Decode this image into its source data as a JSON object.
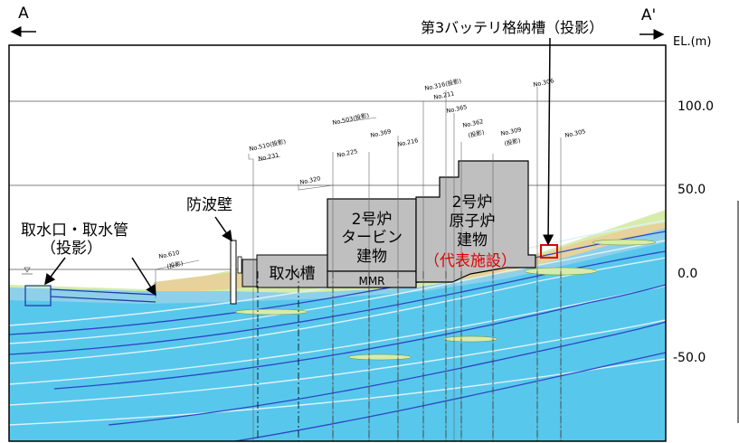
{
  "section": {
    "start": "A",
    "end": "A'"
  },
  "elevation": {
    "unit_label": "EL.(m)",
    "ticks": [
      "100.0",
      "50.0",
      "0.0",
      "-50.0"
    ]
  },
  "labels": {
    "intake": [
      "取水口・取水管",
      "（投影）"
    ],
    "breakwater": "防波壁",
    "battery": "第3バッテリ格納槽（投影）",
    "intake_pit": "取水槽",
    "mmr": "MMR",
    "turbine": [
      "2号炉",
      "タービン",
      "建物"
    ],
    "reactor": [
      "2号炉",
      "原子炉",
      "建物"
    ],
    "reactor_note": "（代表施設）"
  },
  "boreholes": [
    "No.610",
    "(投影)",
    "No.510(投影)",
    "No.231",
    "No.320",
    "No.503(投影)",
    "No.225",
    "No.369",
    "No.216",
    "No.316(投影)",
    "No.211",
    "No.365",
    "No.362",
    "(投影)",
    "No.309",
    "(投影)",
    "No.306",
    "No.305"
  ],
  "colors": {
    "frame": "#000000",
    "upper_layer": "#d7ecaa",
    "sand_layer": "#e6d29a",
    "sea_band": "#8ed0ea",
    "bedrock": "#58c7ec",
    "seam_dark": "#2b46c4",
    "seam_light": "#dcf2fb",
    "building": "#bfbfbf",
    "highlight": "#e00000"
  }
}
